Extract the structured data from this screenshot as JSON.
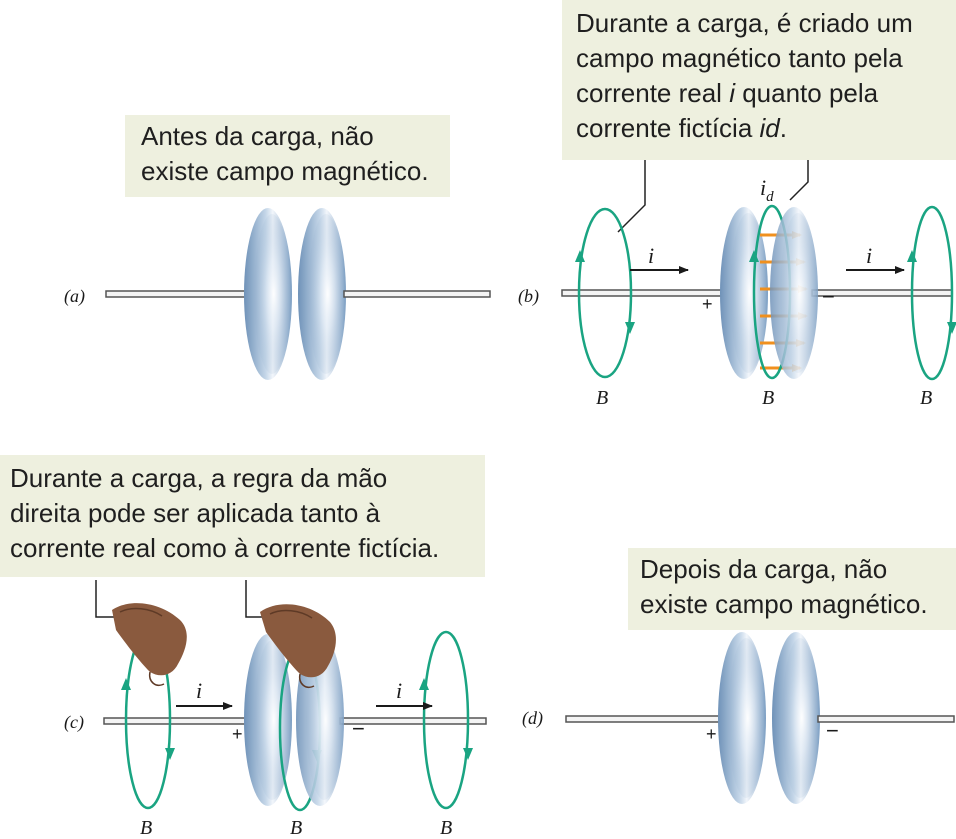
{
  "panels": {
    "a": {
      "label": "(a)",
      "caption": [
        "Antes da carga, não",
        "existe campo magnético."
      ]
    },
    "b": {
      "label": "(b)",
      "caption": [
        "Durante a carga, é criado um",
        "campo magnético tanto pela",
        "corrente real ",
        "i",
        " quanto pela",
        "corrente fictícia ",
        "id",
        "."
      ],
      "current_label": "i",
      "displacement_label": "i",
      "displacement_sub": "d",
      "field_label": "B",
      "plus": "+",
      "minus": "−"
    },
    "c": {
      "label": "(c)",
      "caption": [
        "Durante a carga, a regra da mão",
        "direita pode ser aplicada tanto à",
        "corrente real como à corrente fictícia."
      ],
      "current_label": "i",
      "field_label": "B",
      "plus": "+",
      "minus": "−"
    },
    "d": {
      "label": "(d)",
      "caption": [
        "Depois da carga, não",
        "existe campo magnético."
      ],
      "plus": "+",
      "minus": "−"
    }
  },
  "colors": {
    "field_loop": "#1aa482",
    "displacement_arrow": "#f0901e",
    "wire": "#555555",
    "plate_dark": "#7a9cc0",
    "plate_light": "#e8f0f8",
    "caption_bg": "#eef0df",
    "hand": "#8a5a3e"
  }
}
